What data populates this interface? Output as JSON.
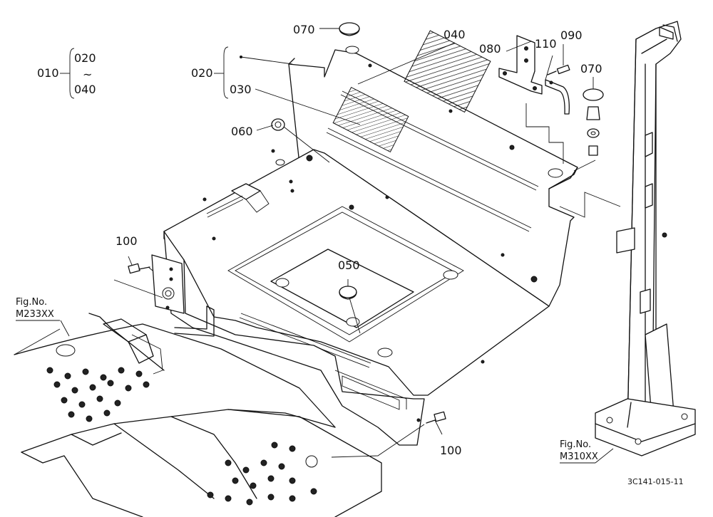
{
  "labels": {
    "p010": "010",
    "p020_range_top": "020",
    "range_tilde": "~",
    "p040_range_bottom": "040",
    "p020": "020",
    "p030": "030",
    "p040": "040",
    "p050": "050",
    "p060": "060",
    "p070_top": "070",
    "p070_right": "070",
    "p080": "080",
    "p090": "090",
    "p100_left": "100",
    "p100_bottom": "100",
    "p110": "110"
  },
  "figure_refs": {
    "left_caption": "Fig.No.",
    "left_number": "M233XX",
    "right_caption": "Fig.No.",
    "right_number": "M310XX"
  },
  "diagram_code": "3C141-015-11"
}
